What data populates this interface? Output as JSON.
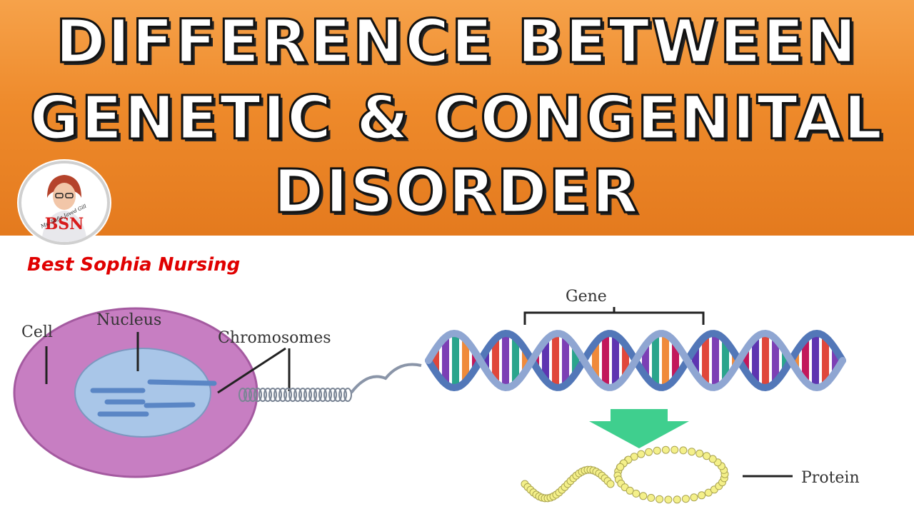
{
  "title": {
    "line1": "DIFFERENCE BETWEEN",
    "line2": "GENETIC & CONGENITAL",
    "line3": "DISORDER"
  },
  "channel": {
    "name": "Best Sophia Nursing",
    "logo_text": "BSN",
    "logo_caption": "Ms. Sofia Javed Gill"
  },
  "diagram": {
    "labels": {
      "cell": "Cell",
      "nucleus": "Nucleus",
      "chromosomes": "Chromosomes",
      "gene": "Gene",
      "protein": "Protein"
    }
  },
  "colors": {
    "banner": "#ee8a2b",
    "brand_text": "#e00000",
    "cell": "#c77ec2",
    "nucleus": "#a9c6e8",
    "arrow": "#3fcf8e",
    "protein_bead": "#f4f08a"
  }
}
